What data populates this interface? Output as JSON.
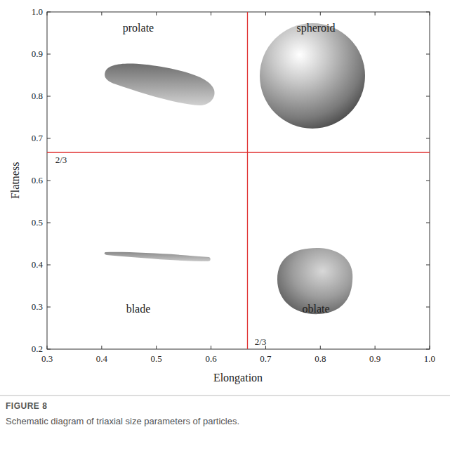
{
  "diagram": {
    "caption": "Schematic diagram of triaxial size parameters of particles.",
    "labels": [
      "prolate",
      "spheroid",
      "blade",
      "oblate",
      "2/3",
      "2/3",
      "1.0",
      "0.9",
      "0.8",
      "0.7",
      "0.6",
      "0.5",
      "0.4",
      "0.3",
      "0.2",
      "0.3",
      "0.4",
      "0.5",
      "0.6",
      "0.7",
      "0.8",
      "0.9",
      "1.0",
      "Flatness",
      "Elongation",
      "FIGURE 8"
    ]
  }
}
